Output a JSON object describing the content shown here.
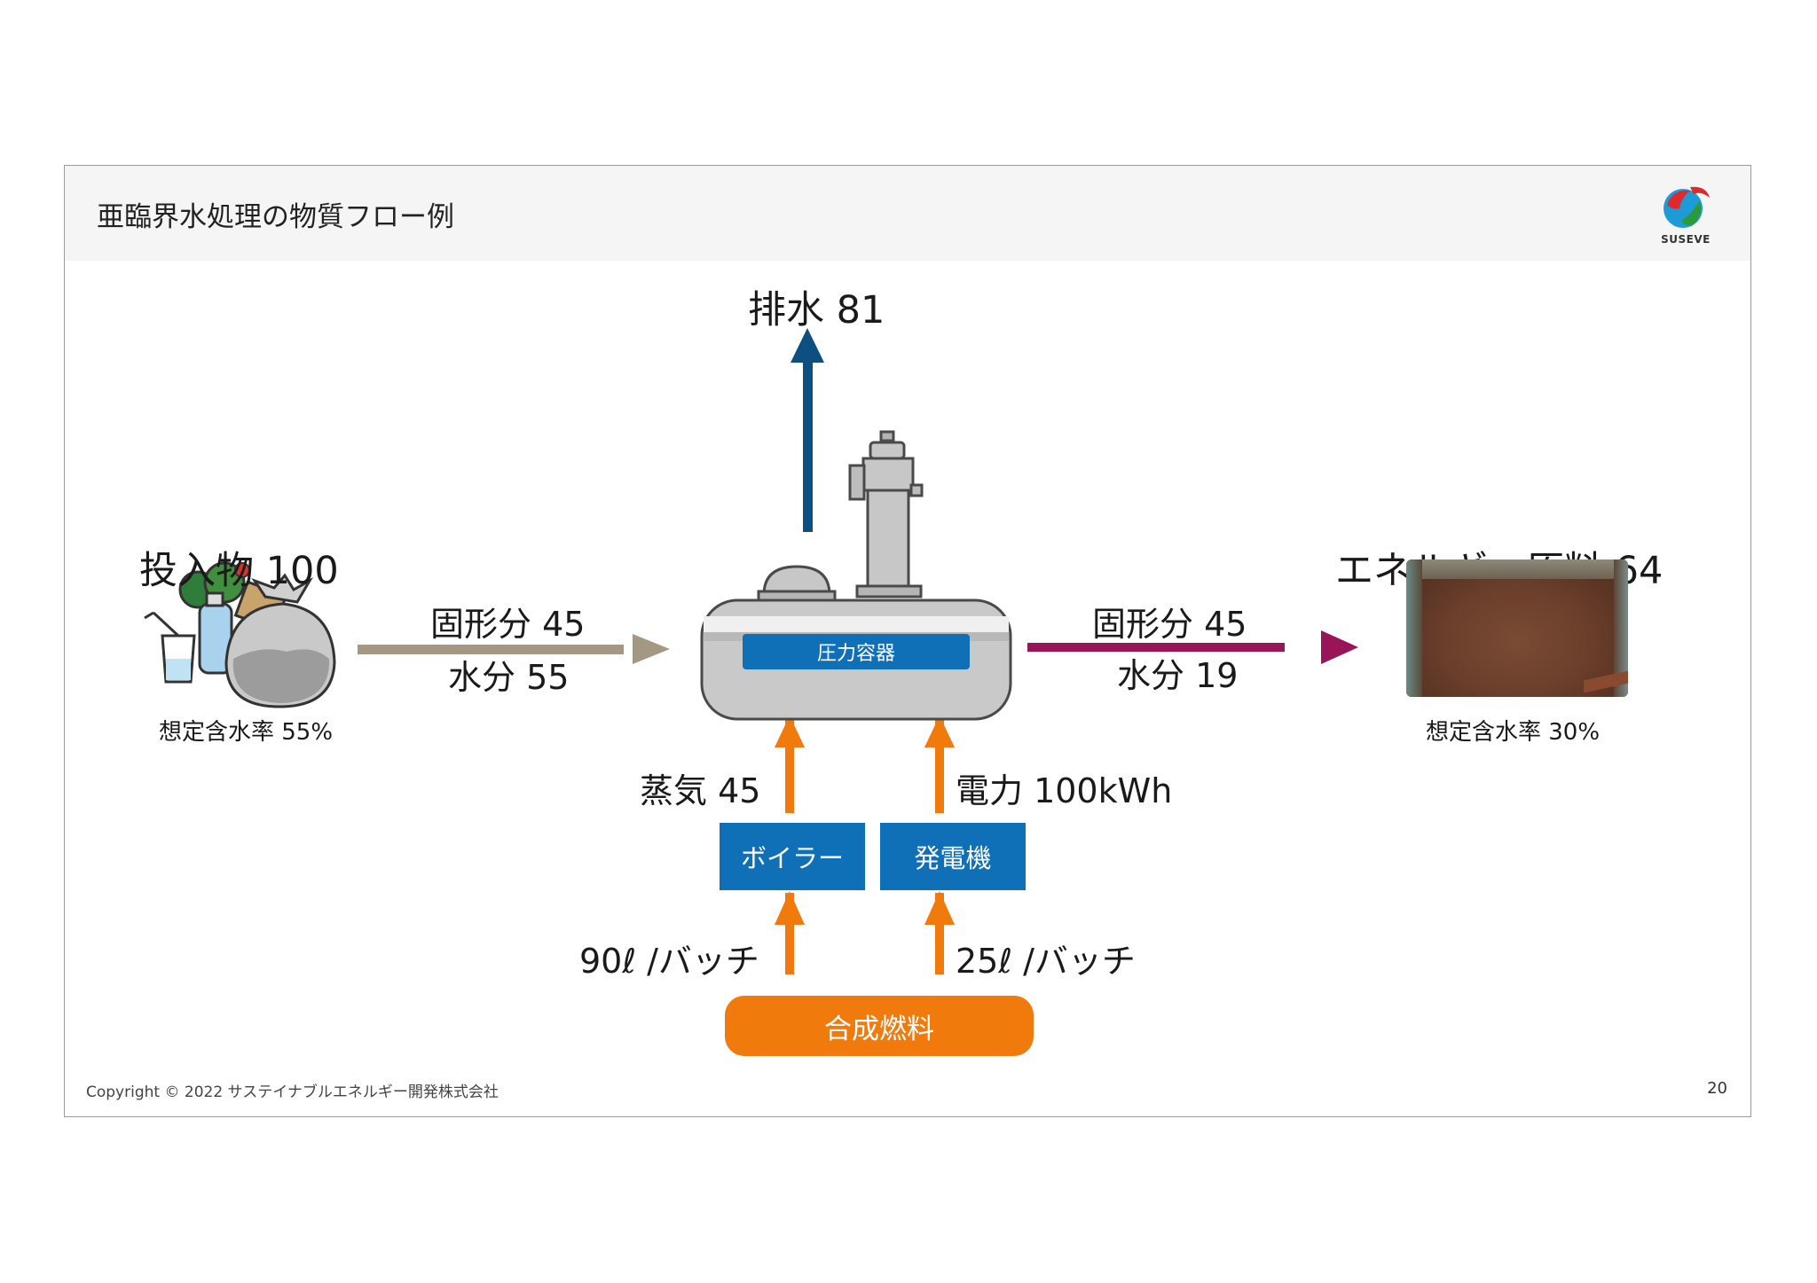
{
  "header": {
    "title": "亜臨界水処理の物質フロー例",
    "logo_text": "SUSEVE"
  },
  "input": {
    "title": "投入物 100",
    "moisture": "想定含水率 55%"
  },
  "flow_in": {
    "solid": "固形分 45",
    "water": "水分 55",
    "color": "#a39882"
  },
  "drain": {
    "label": "排水 81",
    "color": "#0c4f80"
  },
  "vessel": {
    "label": "圧力容器"
  },
  "flow_out": {
    "solid": "固形分 45",
    "water": "水分 19",
    "color": "#9a1459"
  },
  "output": {
    "title": "エネルギー原料 64",
    "moisture": "想定含水率 30%"
  },
  "steam": {
    "label": "蒸気 45"
  },
  "power": {
    "label": "電力 100kWh"
  },
  "boiler": {
    "label": "ボイラー"
  },
  "generator": {
    "label": "発電機"
  },
  "fuel_left": {
    "label": "90ℓ /バッチ"
  },
  "fuel_right": {
    "label": "25ℓ /バッチ"
  },
  "fuel": {
    "label": "合成燃料",
    "color": "#f07a0c"
  },
  "footer": {
    "copyright": "Copyright © 2022 サステイナブルエネルギー開発株式会社",
    "page": "20"
  }
}
